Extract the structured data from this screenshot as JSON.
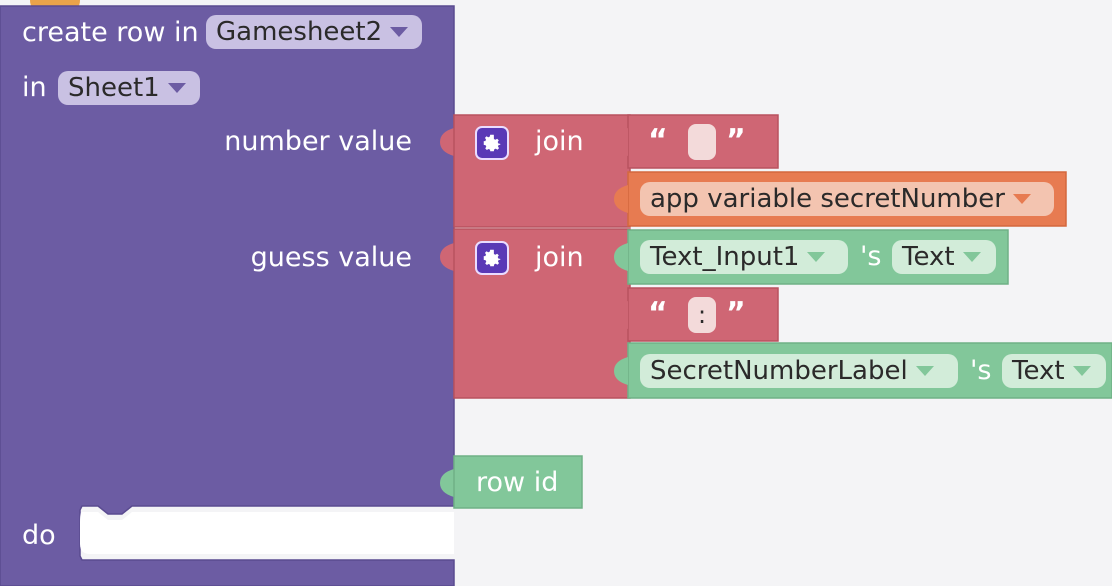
{
  "block": {
    "header_label": "create row in",
    "sheet_target": "Gamesheet2",
    "in_label": "in",
    "sheet_name": "Sheet1",
    "fields": [
      {
        "label": "number value"
      },
      {
        "label": "guess value"
      }
    ],
    "row_id_label": "row id",
    "do_label": "do"
  },
  "join_blocks": [
    {
      "label": "join"
    },
    {
      "label": "join"
    }
  ],
  "text_literals": [
    {
      "open_quote": "“",
      "value": "",
      "close_quote": "”"
    },
    {
      "open_quote": "“",
      "value": ":",
      "close_quote": "”"
    }
  ],
  "app_variable": {
    "label": "app variable secretNumber"
  },
  "component_getters": [
    {
      "component": "Text_Input1",
      "possessive": "'s",
      "property": "Text"
    },
    {
      "component": "SecretNumberLabel",
      "possessive": "'s",
      "property": "Text"
    }
  ],
  "colors": {
    "purple": "#6c5ca3",
    "join_red": "#cf6674",
    "orange": "#e77b51",
    "green": "#82c79a",
    "background": "#f4f4f6"
  }
}
